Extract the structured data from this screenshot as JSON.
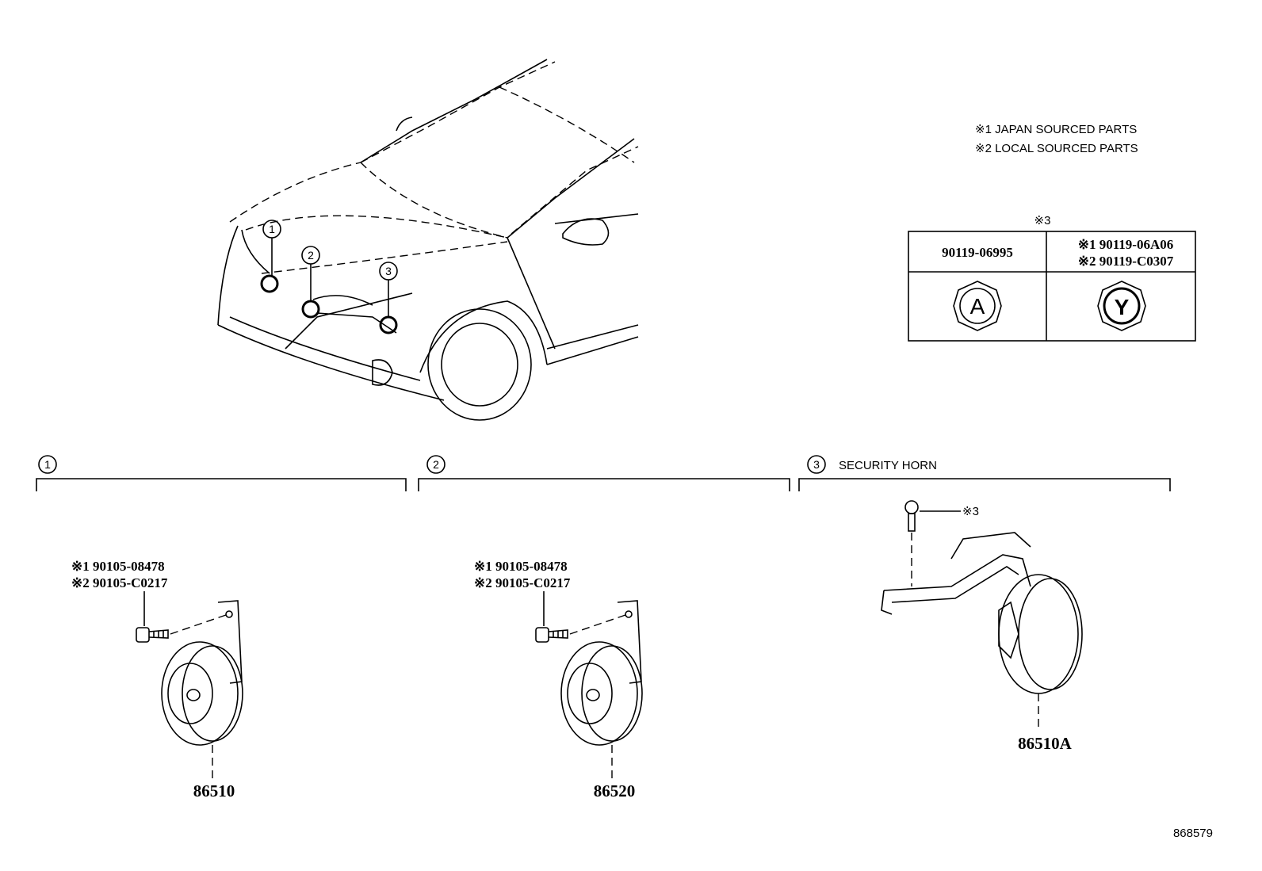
{
  "legend": {
    "line1": "※1 JAPAN SOURCED PARTS",
    "line2": "※2 LOCAL SOURCED PARTS"
  },
  "nut_table": {
    "mark": "※3",
    "col1_part": "90119-06995",
    "col2_part_line1": "※1 90119-06A06",
    "col2_part_line2": "※2 90119-C0307",
    "col1_symbol": "A",
    "col2_symbol": "Y"
  },
  "car_markers": [
    "1",
    "2",
    "3"
  ],
  "sections": [
    {
      "number": "1",
      "title": "",
      "bolt_line1": "※1 90105-08478",
      "bolt_line2": "※2 90105-C0217",
      "part": "86510"
    },
    {
      "number": "2",
      "title": "",
      "bolt_line1": "※1 90105-08478",
      "bolt_line2": "※2 90105-C0217",
      "part": "86520"
    },
    {
      "number": "3",
      "title": "SECURITY HORN",
      "bolt_ref": "※3",
      "part": "86510A"
    }
  ],
  "figure_id": "868579"
}
